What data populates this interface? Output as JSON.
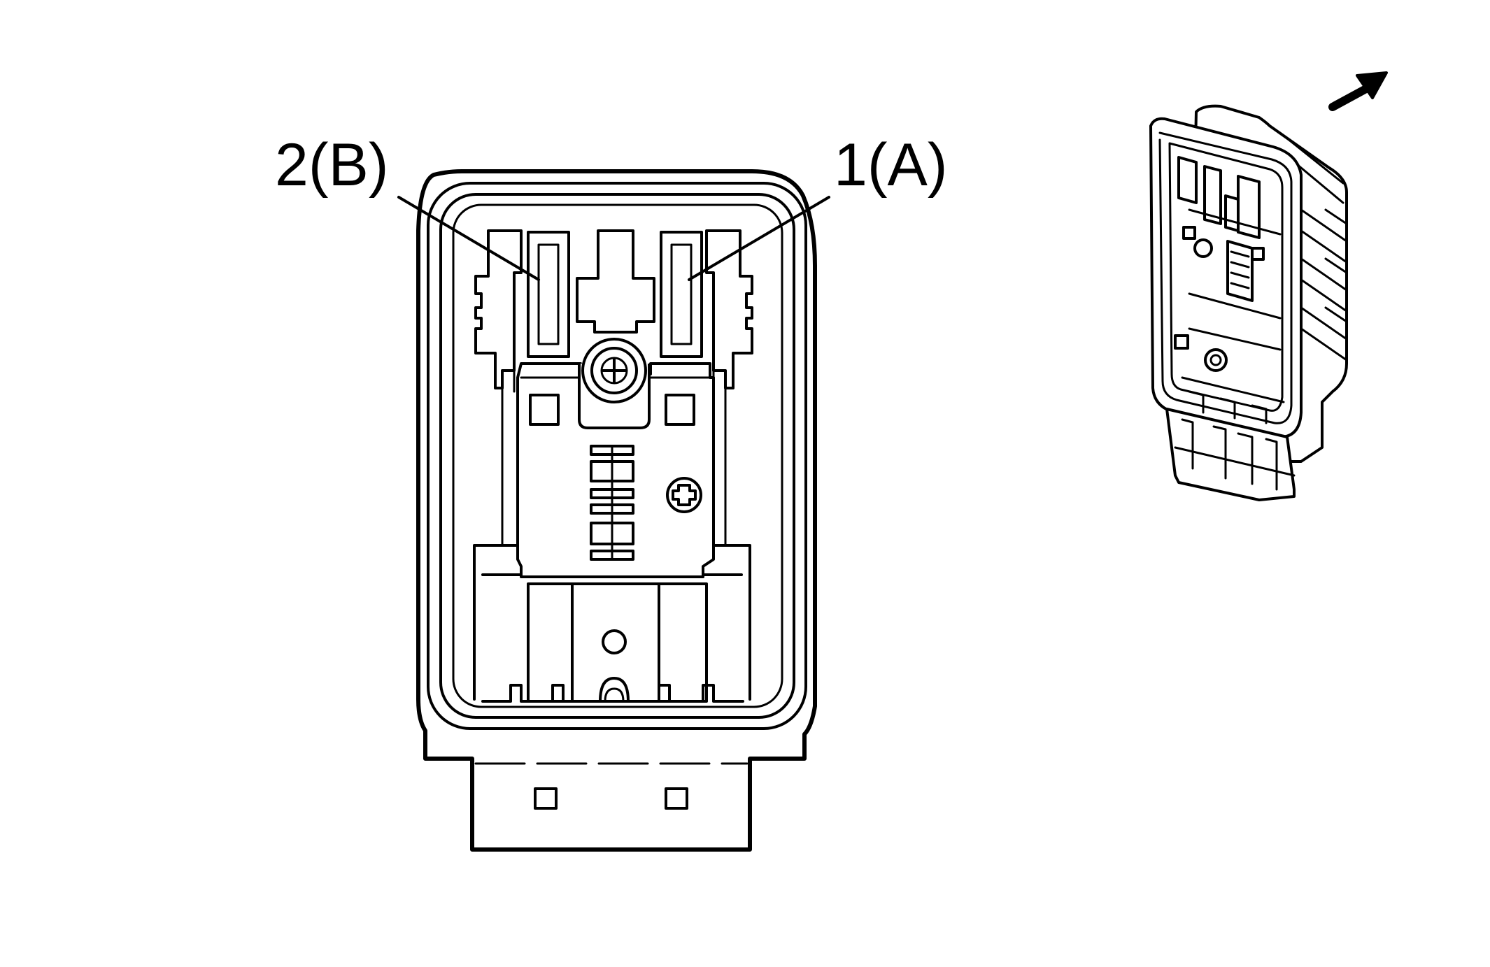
{
  "figure": {
    "stroke_color": "#000000",
    "background_color": "#ffffff"
  },
  "callouts": [
    {
      "id": "terminal-2",
      "label": "2(B)"
    },
    {
      "id": "terminal-1",
      "label": "1(A)"
    }
  ],
  "icons": {
    "view_direction": "arrow-icon",
    "reference_view": "connector-isometric-icon"
  }
}
